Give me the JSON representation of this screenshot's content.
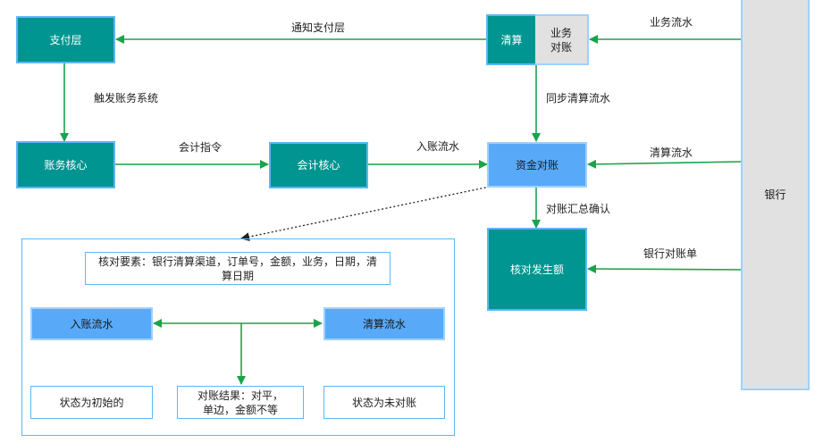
{
  "nodes": {
    "payment_layer": "支付层",
    "clearing": "清算",
    "business_recon": "业务\n对账",
    "bank": "银行",
    "accounting_core": "账务核心",
    "ledger_core": "会计核心",
    "fund_recon": "资金对账",
    "verify_amount": "核对发生额",
    "recon_elements": "核对要素：银行清算渠道，订单号，金额，业务，日期，清算日期",
    "entry_flow": "入账流水",
    "clearing_flow": "清算流水",
    "status_initial": "状态为初始的",
    "recon_result": "对账结果：对平，单边，金额不等",
    "status_unreconciled": "状态为未对账"
  },
  "edges": {
    "notify_payment": "通知支付层",
    "business_flow": "业务流水",
    "trigger_accounting": "触发账务系统",
    "sync_clearing_flow": "同步清算流水",
    "accounting_instruction": "会计指令",
    "entry_flow": "入账流水",
    "clearing_flow": "清算流水",
    "recon_summary_confirm": "对账汇总确认",
    "bank_statement": "银行对账单"
  },
  "colors": {
    "teal": "#009590",
    "blue": "#58aaf8",
    "gray": "#e1e1e1",
    "arrow_green": "#1aa34a",
    "border_blue": "#5bb8f5"
  }
}
